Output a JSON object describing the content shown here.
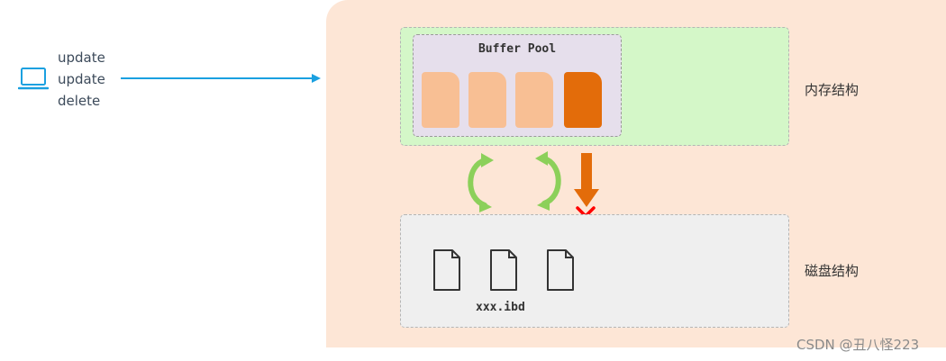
{
  "client": {
    "icon": "laptop-icon",
    "operations": [
      "update",
      "update",
      "delete"
    ]
  },
  "memory": {
    "label": "内存结构",
    "buffer_pool": {
      "title": "Buffer Pool",
      "pages": [
        "clean",
        "clean",
        "clean",
        "dirty"
      ]
    }
  },
  "disk": {
    "label": "磁盘结构",
    "file_name": "xxx.ibd",
    "file_count": 3
  },
  "colors": {
    "panel": "#fde6d6",
    "memory": "#d4f7c8",
    "buffer_pool": "#e6dfec",
    "disk": "#efefef",
    "clean_page": "#f8bf94",
    "dirty_page": "#e36c0a",
    "sync_arrow": "#8cd05a",
    "request_arrow": "#1aa0e0",
    "blocked": "#ff0000"
  },
  "watermark": "CSDN @丑八怪223"
}
